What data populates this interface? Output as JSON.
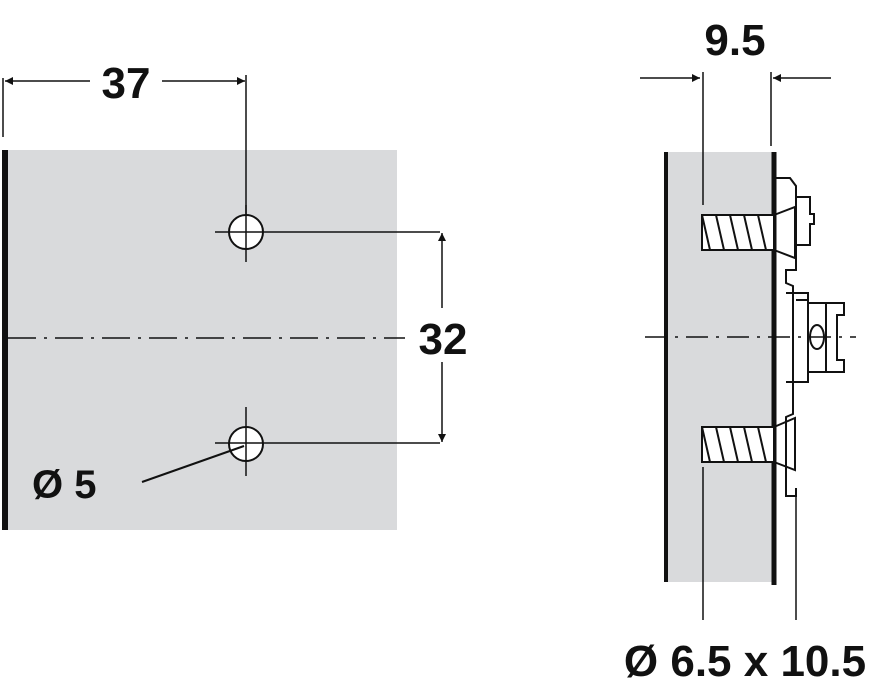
{
  "diagram": {
    "type": "technical-drawing",
    "colors": {
      "panel": "#d9dadc",
      "line": "#111111",
      "background": "#ffffff"
    },
    "front_view": {
      "dimensions": {
        "horizontal": "37",
        "vertical": "32",
        "hole_diameter": "Ø 5"
      }
    },
    "side_view": {
      "dimensions": {
        "thickness": "9.5",
        "screw": "Ø 6.5 x 10.5"
      }
    }
  }
}
